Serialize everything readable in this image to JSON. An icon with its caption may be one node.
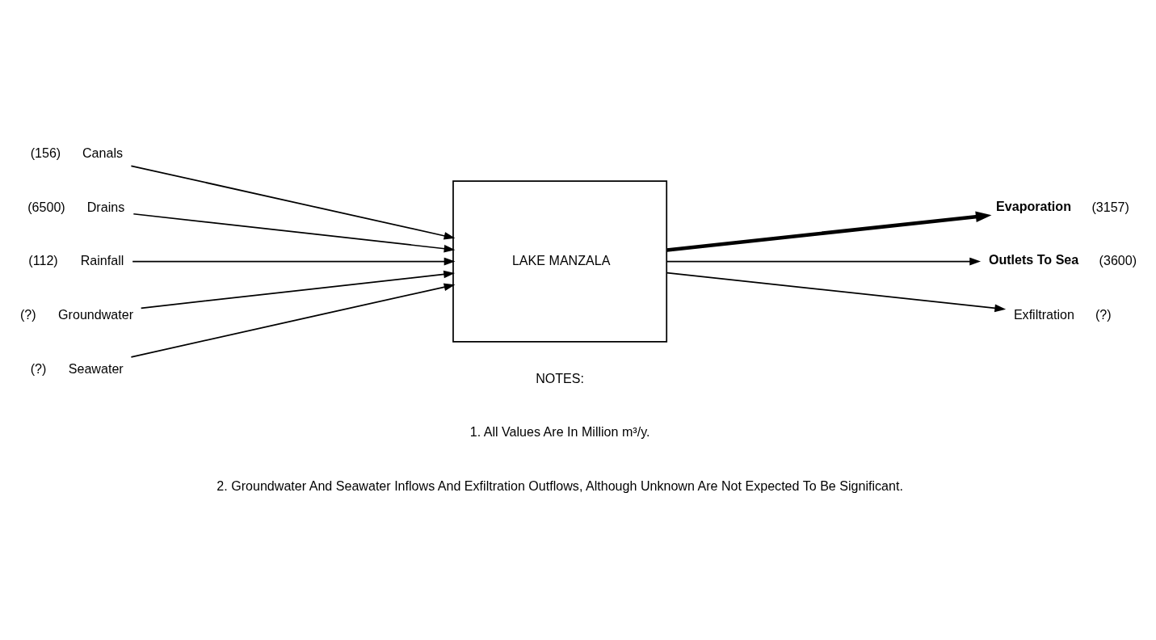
{
  "diagram": {
    "nodes": [
      {
        "text": [
          "LAKE MANZALA"
        ]
      },
      {
        "text": [
          "Canals"
        ],
        "beside": [
          "(156)"
        ]
      },
      {
        "text": [
          "Drains"
        ],
        "beside": [
          "(6500)"
        ]
      },
      {
        "text": [
          "Rainfall"
        ],
        "beside": [
          "(112)"
        ]
      },
      {
        "text": [
          "Groundwater"
        ],
        "beside": [
          "(?)"
        ]
      },
      {
        "text": [
          "Seawater"
        ],
        "beside": [
          "(?)"
        ]
      },
      {
        "text": [
          "Evaporation"
        ],
        "beside": [
          "(3157)"
        ]
      },
      {
        "text": [
          "Outlets To Sea"
        ],
        "beside": [
          "(3600)"
        ]
      },
      {
        "text": [
          "Exfiltration"
        ],
        "beside": [
          "(?)"
        ]
      }
    ],
    "edges": [
      {
        "from": 1,
        "to": 0,
        "arrow": "to"
      },
      {
        "from": 2,
        "to": 0,
        "arrow": "to"
      },
      {
        "from": 3,
        "to": 0,
        "arrow": "to"
      },
      {
        "from": 4,
        "to": 0,
        "arrow": "to"
      },
      {
        "from": 5,
        "to": 0,
        "arrow": "to"
      },
      {
        "from": 0,
        "to": 6,
        "arrow": "to",
        "style": "thick"
      },
      {
        "from": 0,
        "to": 7,
        "arrow": "to"
      },
      {
        "from": 0,
        "to": 8,
        "arrow": "to"
      }
    ],
    "labels": [
      "NOTES:",
      "1. All Values Are In Million m³/y.",
      "2. Groundwater And Seawater Inflows And Exfiltration Outflows, Although Unknown Are Not Expected To Be Significant."
    ]
  }
}
